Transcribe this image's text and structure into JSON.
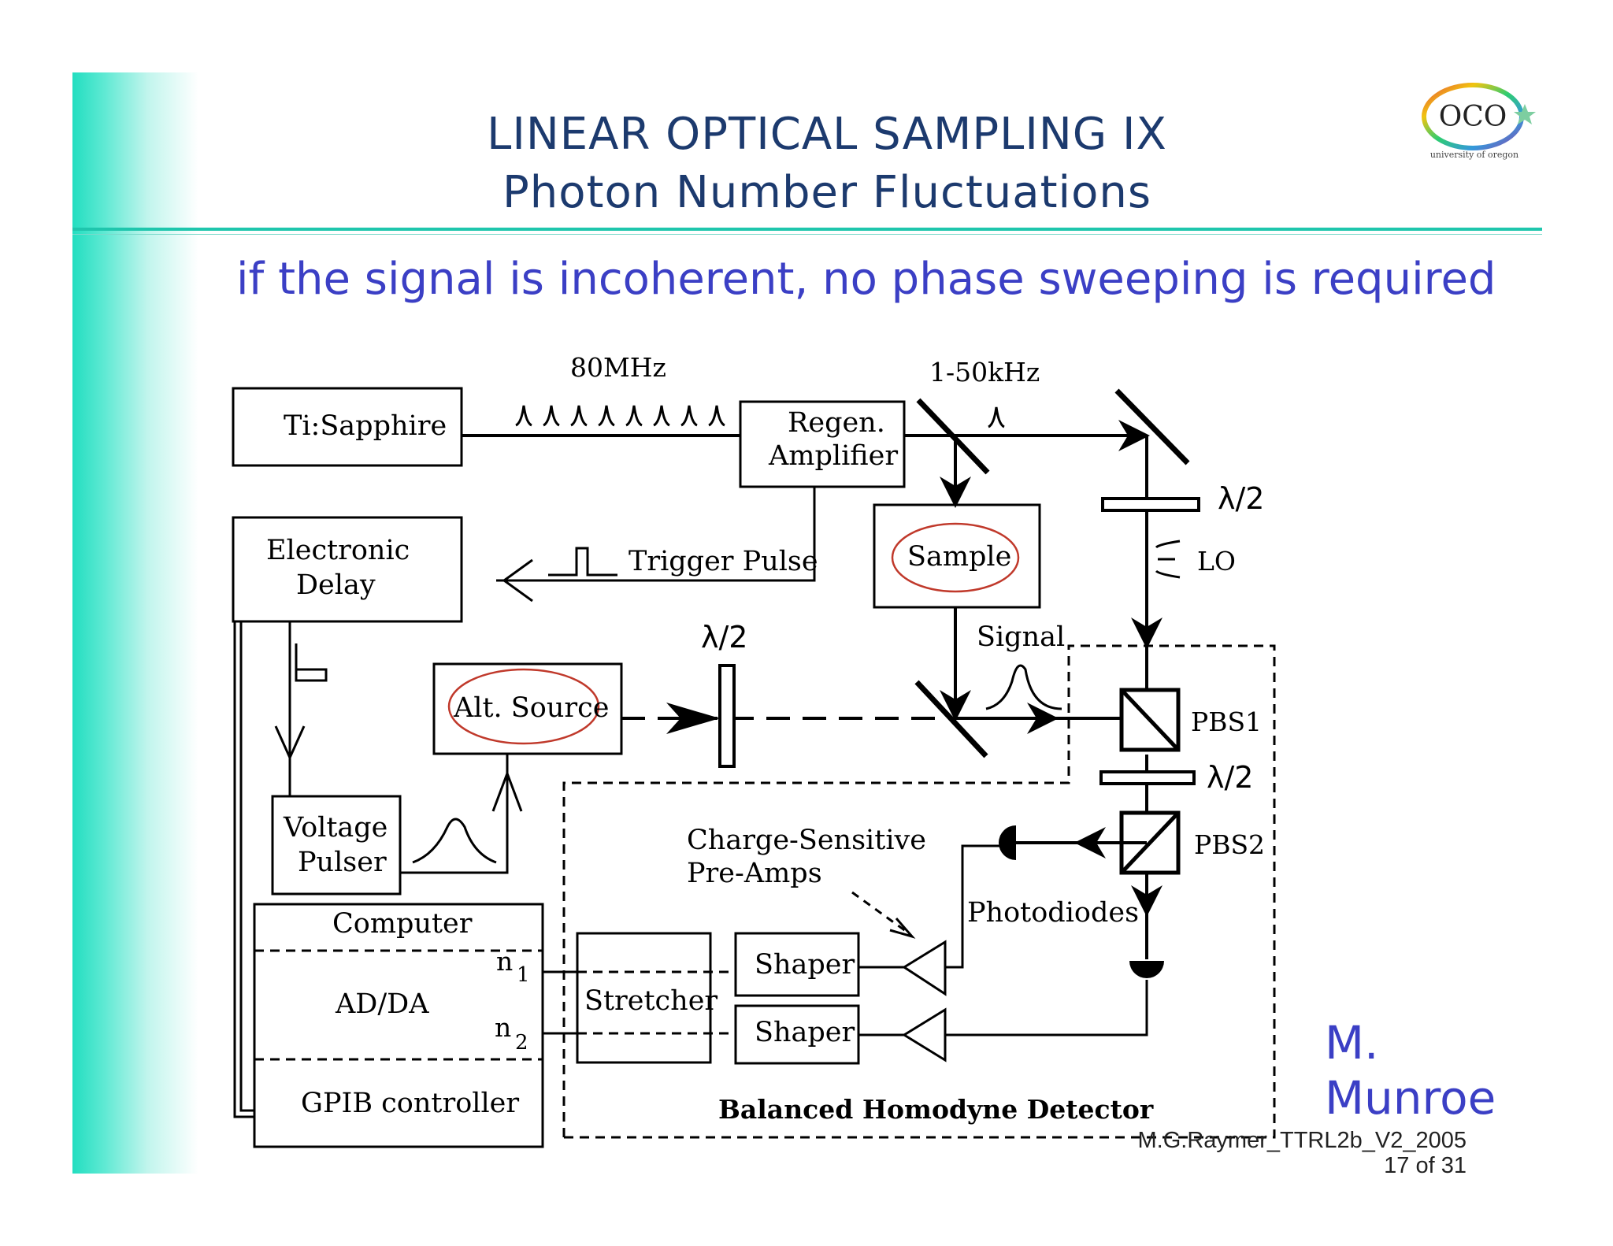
{
  "slide": {
    "title_line1": "LINEAR OPTICAL SAMPLING IX",
    "title_line2": "Photon Number Fluctuations",
    "subtitle": "if the signal is incoherent, no phase sweeping is required",
    "author_first": "M.",
    "author_last": "Munroe",
    "footer_line1": "M.G.Raymer_TTRL2b_V2_2005",
    "footer_line2": "17 of 31"
  },
  "logo": {
    "text": "OCO",
    "caption": "university of oregon"
  },
  "diagram": {
    "boxes": {
      "ti_sapphire": "Ti:Sapphire",
      "regen_line1": "Regen.",
      "regen_line2": "Amplifier",
      "delay_line1": "Electronic",
      "delay_line2": "Delay",
      "sample": "Sample",
      "alt_source": "Alt. Source",
      "pulser_line1": "Voltage",
      "pulser_line2": "Pulser",
      "computer": "Computer",
      "addaconv": "AD/DA",
      "gpib": "GPIB controller",
      "stretcher": "Stretcher",
      "shaper1": "Shaper",
      "shaper2": "Shaper"
    },
    "labels": {
      "rep_rate": "80MHz",
      "regen_rate": "1-50kHz",
      "trigger": "Trigger Pulse",
      "half_wave_1": "λ/2",
      "half_wave_2": "λ/2",
      "half_wave_3": "λ/2",
      "lo": "LO",
      "signal": "Signal",
      "pbs1": "PBS1",
      "pbs2": "PBS2",
      "preamps_line1": "Charge-Sensitive",
      "preamps_line2": "Pre-Amps",
      "photodiodes": "Photodiodes",
      "n1": "n",
      "n1_sub": "1",
      "n2": "n",
      "n2_sub": "2",
      "bhd": "Balanced Homodyne Detector"
    },
    "colors": {
      "highlight_ellipse": "#c0392b",
      "title": "#1c3a6e",
      "accent": "#3b3fc5",
      "sidebar": "#22dec0"
    }
  }
}
